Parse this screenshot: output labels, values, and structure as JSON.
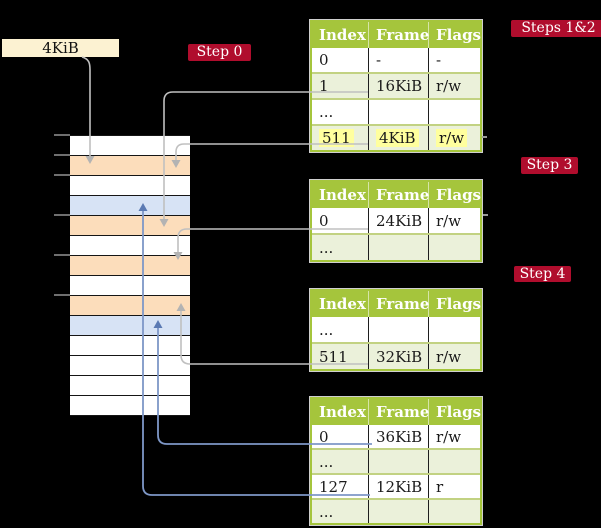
{
  "colors": {
    "bg": "#000000",
    "cream": "#fcf2d2",
    "crimson": "#b00d2d",
    "label_text": "#ffffff",
    "header_green": "#a5c53c",
    "table_border": "#a5c53c",
    "row_green": "#ebf1da",
    "sep_green": "#c2d282",
    "cell_sep": "#1e1e1e",
    "outer_hairline": "#cfcfcf",
    "yellow_highlight": "#ffff9e",
    "orange_frame": "#fcddbb",
    "blue_frame": "#d7e3f5",
    "white_frame": "#ffffff",
    "gray_line": "#c0c0c0",
    "gray_head": "#b3b3b3",
    "blue_line": "#7e97c7",
    "blue_head": "#5b7ab3",
    "tick_gray": "#6f6f6f"
  },
  "frame_box": {
    "text": "4KiB"
  },
  "labels": {
    "step0": "Step 0",
    "steps12": "Steps 1&2",
    "step3": "Step 3",
    "step4": "Step 4"
  },
  "memory": {
    "frames": [
      "white",
      "orange",
      "white",
      "blue",
      "orange",
      "white",
      "orange",
      "white",
      "orange",
      "blue",
      "white",
      "white",
      "white",
      "white"
    ]
  },
  "tables": [
    {
      "step": "Steps 1&2",
      "headers": [
        "Index",
        "Frame",
        "Flags"
      ],
      "rows": [
        {
          "cells": [
            "0",
            "-",
            "-"
          ],
          "shaded": false,
          "highlighted": false
        },
        {
          "cells": [
            "1",
            "16KiB",
            "r/w"
          ],
          "shaded": true,
          "highlighted": false
        },
        {
          "cells": [
            "...",
            "",
            ""
          ],
          "shaded": false,
          "highlighted": false
        },
        {
          "cells": [
            "511",
            "4KiB",
            "r/w"
          ],
          "shaded": true,
          "highlighted": true
        }
      ]
    },
    {
      "step": "Step 3",
      "headers": [
        "Index",
        "Frame",
        "Flags"
      ],
      "rows": [
        {
          "cells": [
            "0",
            "24KiB",
            "r/w"
          ],
          "shaded": false,
          "highlighted": false
        },
        {
          "cells": [
            "...",
            "",
            ""
          ],
          "shaded": true,
          "highlighted": false
        }
      ]
    },
    {
      "step": "Step 4",
      "headers": [
        "Index",
        "Frame",
        "Flags"
      ],
      "rows": [
        {
          "cells": [
            "...",
            "",
            ""
          ],
          "shaded": false,
          "highlighted": false
        },
        {
          "cells": [
            "511",
            "32KiB",
            "r/w"
          ],
          "shaded": true,
          "highlighted": false
        }
      ]
    },
    {
      "step": "",
      "headers": [
        "Index",
        "Frame",
        "Flags"
      ],
      "rows": [
        {
          "cells": [
            "0",
            "36KiB",
            "r/w"
          ],
          "shaded": false,
          "highlighted": false
        },
        {
          "cells": [
            "...",
            "",
            ""
          ],
          "shaded": true,
          "highlighted": false
        },
        {
          "cells": [
            "127",
            "12KiB",
            "r"
          ],
          "shaded": false,
          "highlighted": false
        },
        {
          "cells": [
            "...",
            "",
            ""
          ],
          "shaded": true,
          "highlighted": false
        }
      ]
    }
  ]
}
